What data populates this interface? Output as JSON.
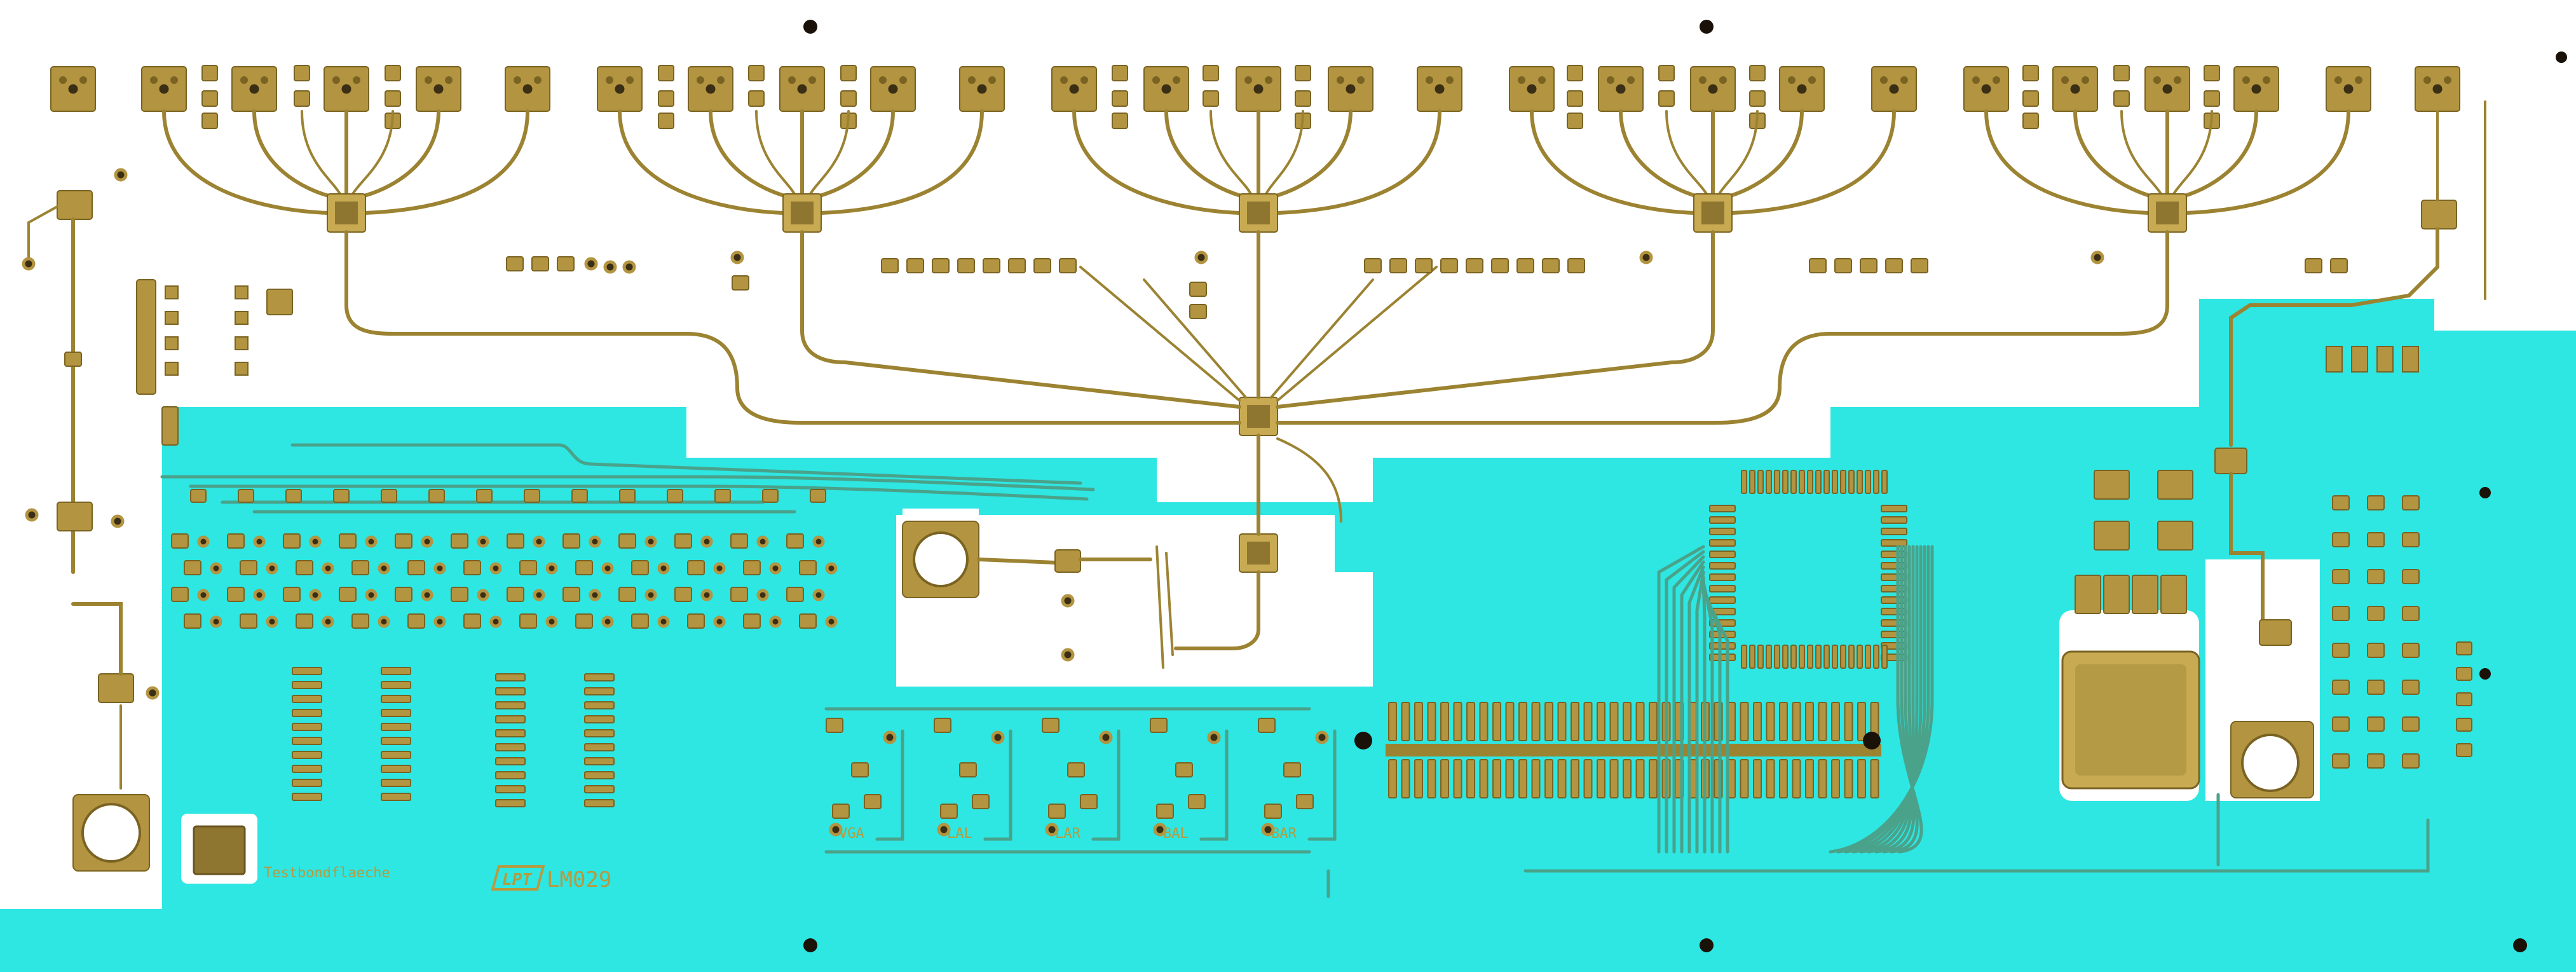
{
  "board": {
    "colors": {
      "background": "#ffffff",
      "solder_mask": "#2ee6e2",
      "copper_gold": "#b39440",
      "silkscreen": "#b89a3e",
      "drill_hole": "#1a1208"
    },
    "test_pad_label": "Testbondflaeche",
    "board_id": "LM029",
    "logo": "LPT",
    "channel_labels": [
      "VGA",
      "LAL",
      "LAR",
      "BAL",
      "BAR"
    ]
  }
}
